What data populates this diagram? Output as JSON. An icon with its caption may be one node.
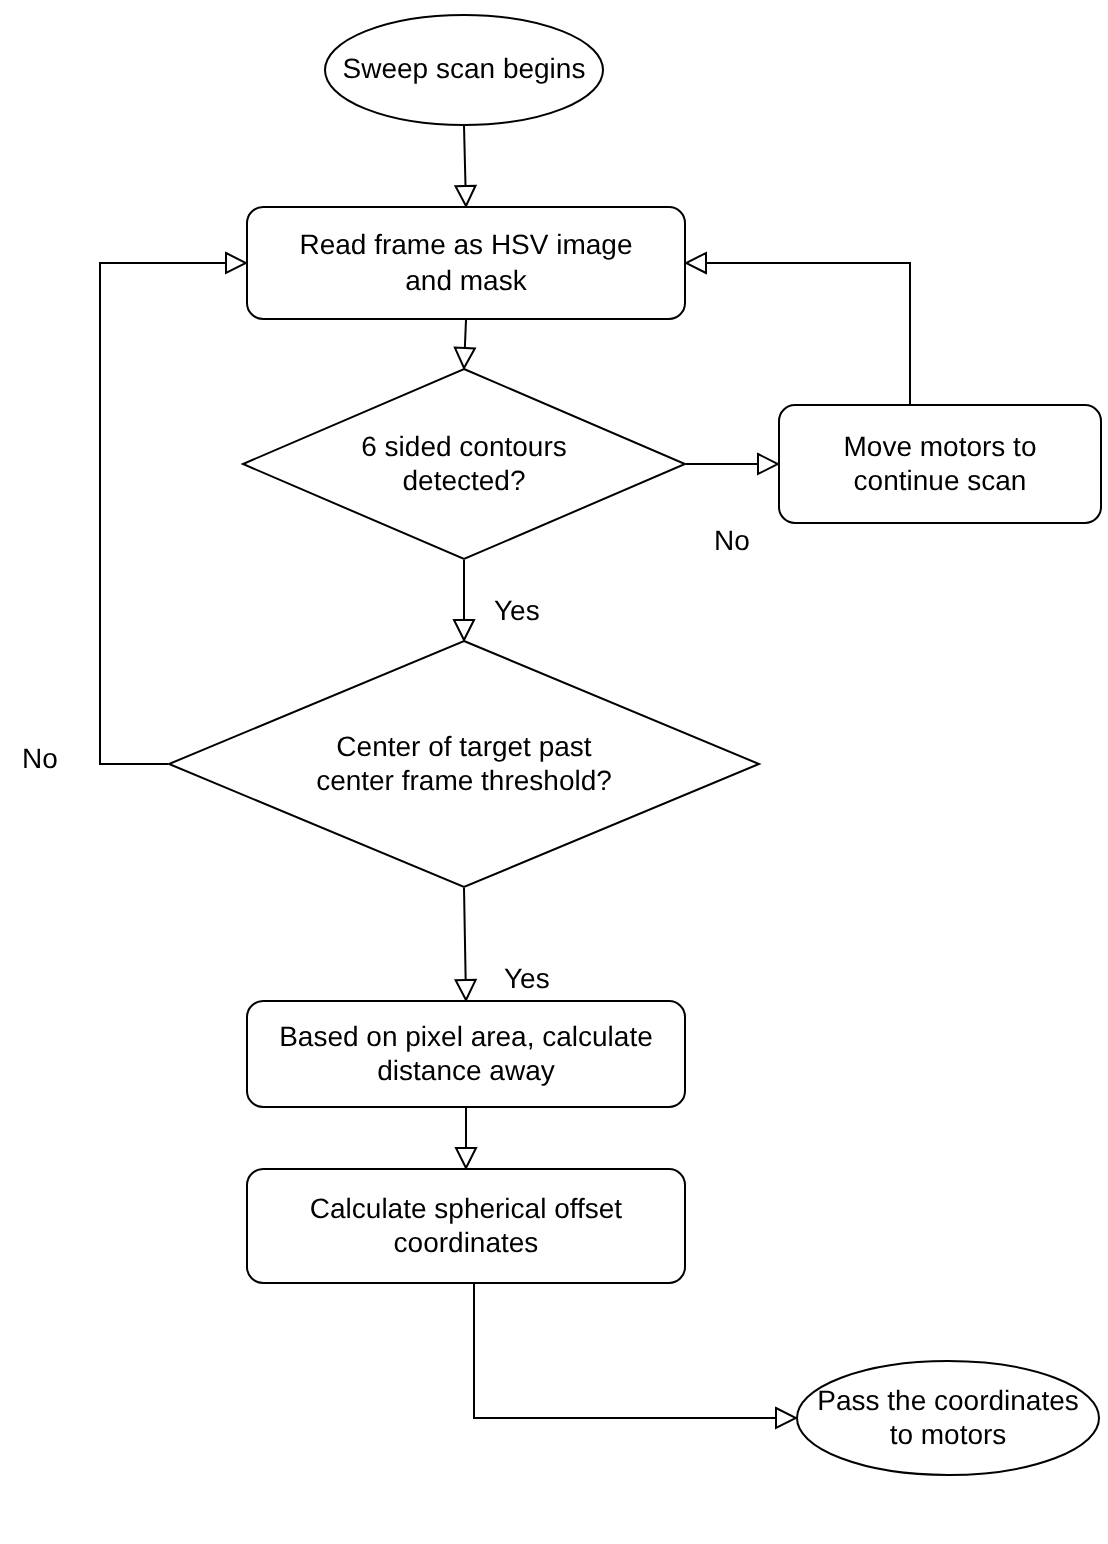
{
  "diagram": {
    "nodes": [
      {
        "text": [
          "Sweep scan begins"
        ]
      },
      {
        "text": [
          "Read frame as HSV image and mask"
        ]
      },
      {
        "text": [
          "6 sided contours detected?"
        ]
      },
      {
        "text": [
          "Move motors to continue scan"
        ]
      },
      {
        "text": [
          "Center of target past center frame threshold?"
        ]
      },
      {
        "text": [
          "Based on pixel area, calculate distance away"
        ]
      },
      {
        "text": [
          "Calculate spherical offset coordinates"
        ]
      },
      {
        "text": [
          "Pass the coordinates to motors"
        ]
      }
    ],
    "edges": [
      {
        "from": 0,
        "to": 1,
        "arrow": "to"
      },
      {
        "from": 1,
        "to": 2,
        "arrow": "to"
      },
      {
        "from": 2,
        "to": 3,
        "arrow": "to",
        "label": "No"
      },
      {
        "from": 3,
        "to": 1,
        "arrow": "to"
      },
      {
        "from": 2,
        "to": 4,
        "arrow": "to",
        "label": "Yes"
      },
      {
        "from": 4,
        "to": 1,
        "arrow": "to",
        "label": "No"
      },
      {
        "from": 4,
        "to": 5,
        "arrow": "to",
        "label": "Yes"
      },
      {
        "from": 5,
        "to": 6,
        "arrow": "to"
      },
      {
        "from": 6,
        "to": 7,
        "arrow": "to"
      }
    ]
  }
}
